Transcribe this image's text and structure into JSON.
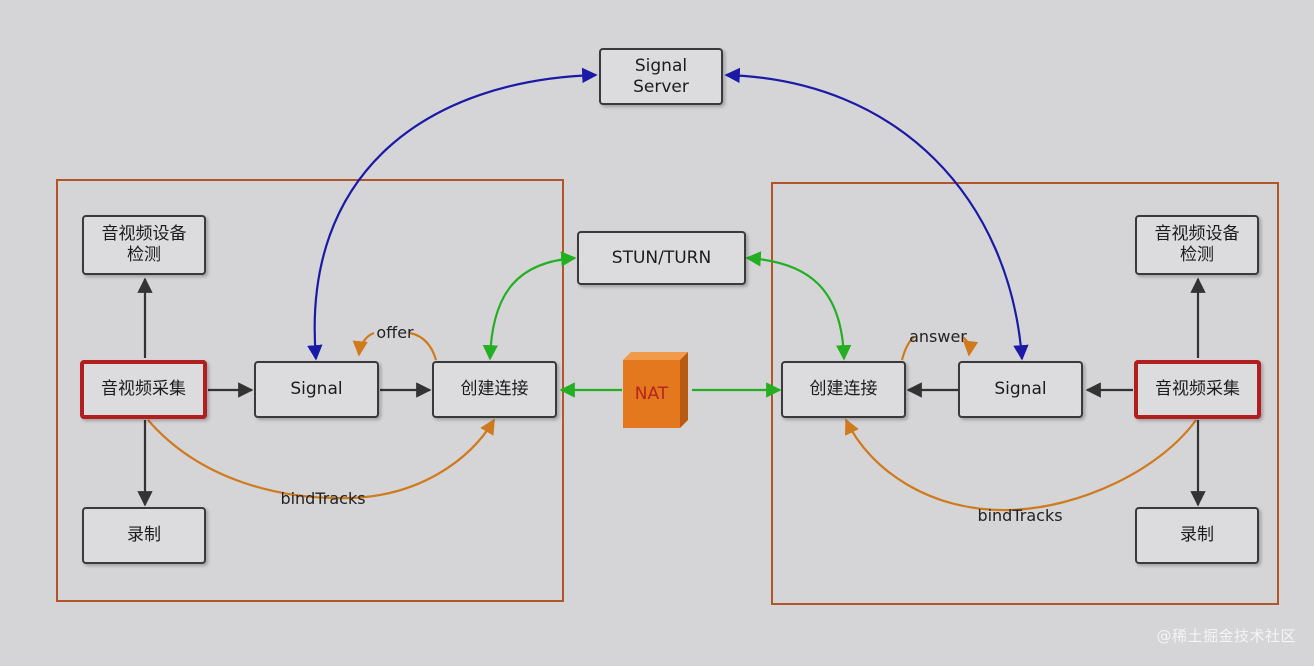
{
  "signal_server": "Signal\nServer",
  "stun_turn": "STUN/TURN",
  "nat": "NAT",
  "left_peer": {
    "device_check": "音视频设备\n检测",
    "capture": "音视频采集",
    "signal": "Signal",
    "connection": "创建连接",
    "record": "录制",
    "offer": "offer",
    "bind_tracks": "bindTracks"
  },
  "right_peer": {
    "device_check": "音视频设备\n检测",
    "capture": "音视频采集",
    "signal": "Signal",
    "connection": "创建连接",
    "record": "录制",
    "answer": "answer",
    "bind_tracks": "bindTracks"
  },
  "watermark": "@稀土掘金技术社区",
  "colors": {
    "signaling": "#1a1aa6",
    "nat_traversal": "#22b022",
    "media": "#d07a1e",
    "flow": "#333333",
    "frame": "#b2562a",
    "capture_border": "#b01e1e",
    "nat_box": "#e3781f"
  }
}
